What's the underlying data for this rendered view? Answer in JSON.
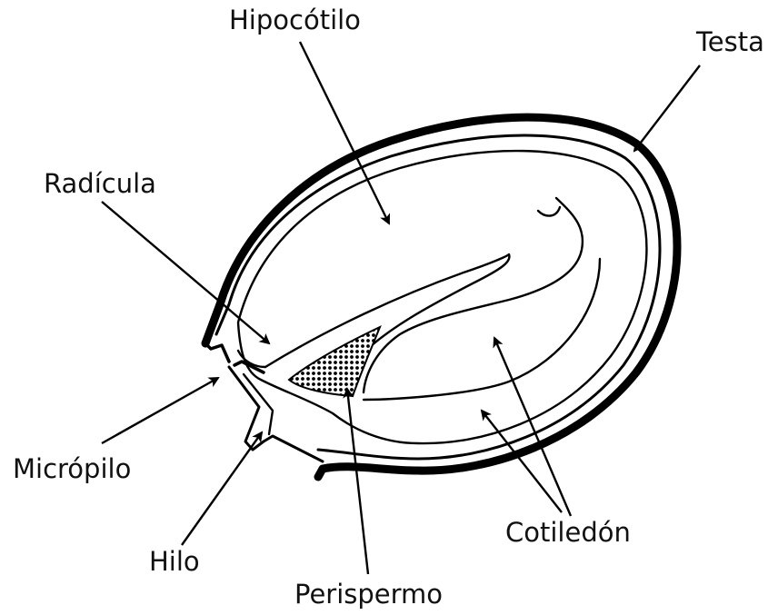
{
  "labels": {
    "hipocotilo": "Hipocótilo",
    "testa": "Testa",
    "radicula": "Radícula",
    "micropilo": "Micrópilo",
    "hilo": "Hilo",
    "perispermo": "Perispermo",
    "cotiledon": "Cotiledón"
  },
  "colors": {
    "stroke": "#000000",
    "background": "#ffffff",
    "text": "#111111"
  }
}
